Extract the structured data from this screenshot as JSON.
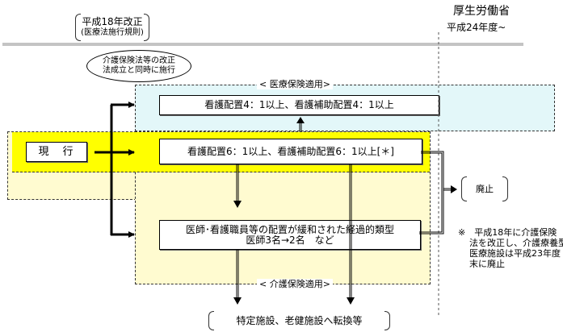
{
  "header": {
    "left_bracket_line1": "平成18年改正",
    "left_bracket_line2": "(医療法施行規則)",
    "ministry": "厚生労働省",
    "fiscal_year": "平成24年度~"
  },
  "ellipse_note": {
    "line1": "介護保険法等の改正",
    "line2": "法成立と同時に施行"
  },
  "regions": {
    "medical_insurance_label": "< 医療保険適用>",
    "care_insurance_label": "< 介護保険適用>"
  },
  "boxes": {
    "current": "現　行",
    "ratio_4to1": "看護配置4：1以上、看護補助配置4：1以上",
    "ratio_6to1": "看護配置6：1以上、看護補助配置6：1以上[＊]",
    "transitional_line1": "医師･看護職員等の配置が緩和された経過的類型",
    "transitional_line2": "医師3名→2名　など",
    "abolish": "廃止",
    "conversion": "特定施設、老健施設へ転換等"
  },
  "footnote": {
    "line1": "※　平成18年に介護保険",
    "line2": "法を改正し、介護療養型",
    "line3": "医療施設は平成23年度",
    "line4": "末に廃止"
  },
  "colors": {
    "medical_region": "#e3f7f9",
    "current_band": "#ffff00",
    "care_region": "#fffbd0",
    "divider": "#888888"
  }
}
